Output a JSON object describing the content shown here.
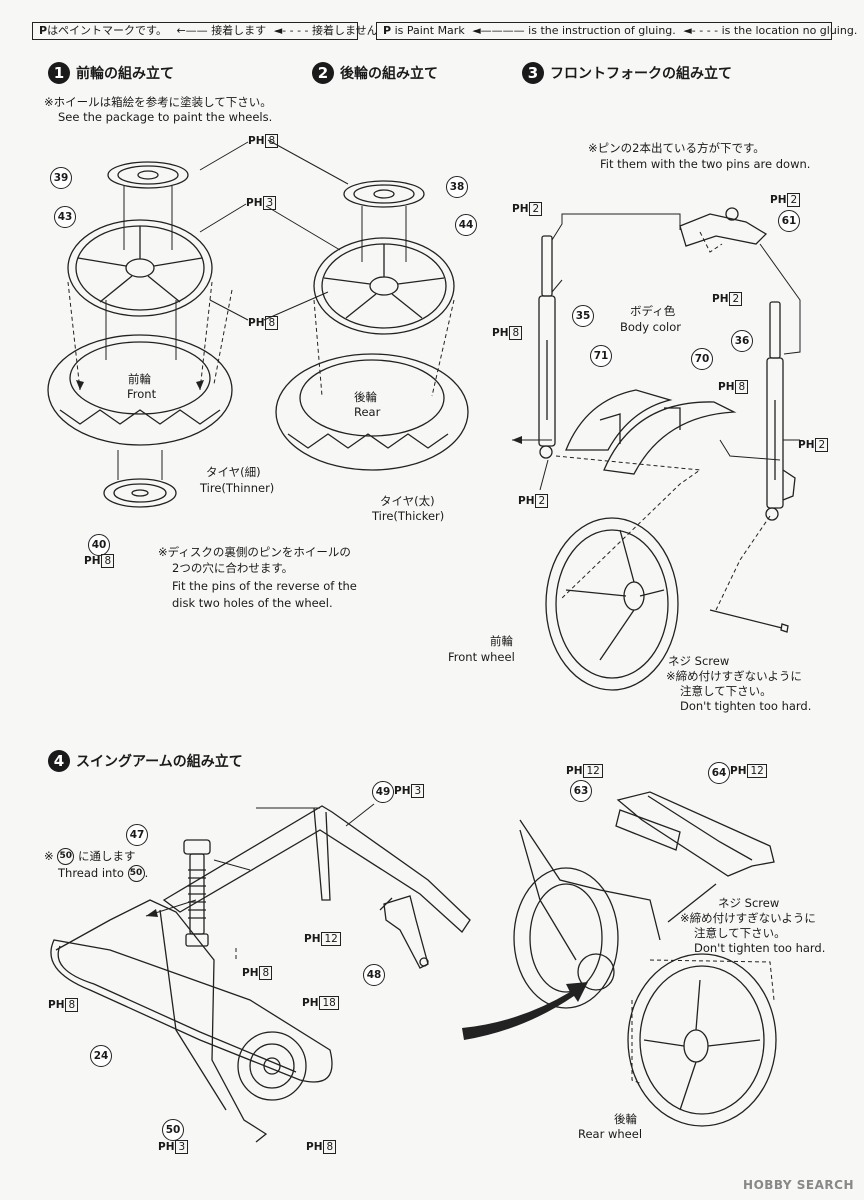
{
  "legend_jp": {
    "mark": "P",
    "text_mark": "はペイントマークです。",
    "text_glue": "接着します",
    "text_noglue": "接着しません"
  },
  "legend_en": {
    "mark": "P",
    "text_mark": "is Paint Mark",
    "text_glue": "is the instruction of gluing.",
    "text_noglue": "is the location no gluing."
  },
  "steps": [
    {
      "num": "1",
      "title": "前輪の組み立て"
    },
    {
      "num": "2",
      "title": "後輪の組み立て"
    },
    {
      "num": "3",
      "title": "フロントフォークの組み立て"
    },
    {
      "num": "4",
      "title": "スイングアームの組み立て"
    }
  ],
  "notes": {
    "wheel_paint_jp": "※ホイールは箱絵を参考に塗装して下さい。",
    "wheel_paint_en": "See the package to paint the wheels.",
    "disk_jp1": "※ディスクの裏側のピンをホイールの",
    "disk_jp2": "2つの穴に合わせます。",
    "disk_en1": "Fit the pins of the reverse of the",
    "disk_en2": "disk two holes of the wheel.",
    "pins_jp": "※ピンの2本出ている方が下です。",
    "pins_en": "Fit them with the two pins are down.",
    "screw_jp": "ネジ Screw",
    "tighten_jp1": "※締め付けすぎないように",
    "tighten_jp2": "注意して下さい。",
    "tighten_en": "Don't tighten too hard.",
    "screw2": "ネジ Screw",
    "tighten2_jp": "※締め付けすぎないように",
    "tighten2_jp2": "注意して下さい。",
    "tighten2_en": "Don't tighten too hard.",
    "thread_jp_pre": "※",
    "thread_jp": "に通します",
    "thread_en": "Thread into"
  },
  "labels": {
    "front_jp": "前輪",
    "front_en": "Front",
    "rear_jp": "後輪",
    "rear_en": "Rear",
    "tire_thin_jp": "タイヤ(細)",
    "tire_thin_en": "Tire(Thinner)",
    "tire_thick_jp": "タイヤ(太)",
    "tire_thick_en": "Tire(Thicker)",
    "body_jp": "ボディ色",
    "body_en": "Body color",
    "front_wheel_jp": "前輪",
    "front_wheel_en": "Front wheel",
    "rear_wheel_jp": "後輪",
    "rear_wheel_en": "Rear wheel"
  },
  "parts": [
    "39",
    "43",
    "38",
    "44",
    "40",
    "35",
    "71",
    "70",
    "61",
    "36",
    "49",
    "47",
    "50",
    "24",
    "48",
    "63",
    "64"
  ],
  "paint_marks": {
    "ph": "PH",
    "p8": "8",
    "p3": "3",
    "p2": "2",
    "p12": "12",
    "p18": "18"
  },
  "watermark": "HOBBY SEARCH"
}
